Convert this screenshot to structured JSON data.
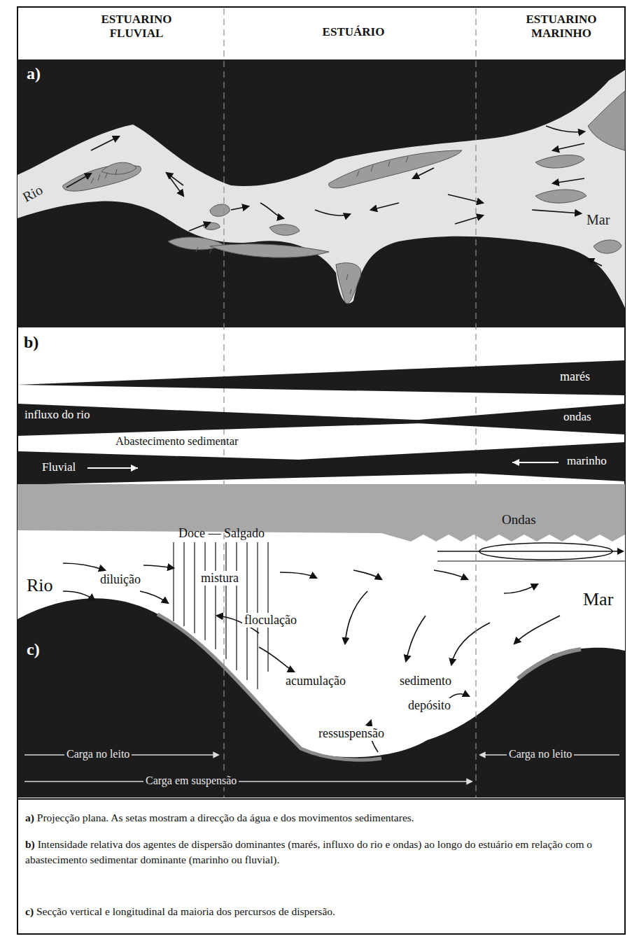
{
  "diagram": {
    "nodes": [
      {
        "text": [
          "marés"
        ]
      },
      {
        "text": [
          "influxo do rio"
        ]
      },
      {
        "text": [
          "ondas"
        ]
      },
      {
        "text": [
          "Fluvial"
        ]
      },
      {
        "text": [
          "marinho"
        ]
      },
      {
        "text": [
          "Ondas"
        ]
      }
    ],
    "labels": [
      "ESTUARINO FLUVIAL",
      "ESTUÁRIO",
      "ESTUARINO MARINHO",
      "a)",
      "Rio",
      "Mar",
      "b)",
      "Abastecimento sedimentar",
      "Doce — Salgado",
      "Rio",
      "diluição",
      "mistura",
      "floculação",
      "Mar",
      "c)",
      "acumulação",
      "sedimento",
      "depósito",
      "ressuspensão",
      "Carga no leito",
      "Carga no leito",
      "Carga em suspensão",
      "a)",
      "Projecção plana. As setas mostram a direcção da água e dos movimentos sedimentares.",
      "b)",
      "Intensidade relativa dos agentes de dispersão dominantes (marés, influxo do rio e ondas) ao longo do estuário em relação com o abastecimento sedimentar dominante (marinho ou fluvial).",
      "c)",
      "Secção vertical e longitudinal da maioria dos percursos de dispersão."
    ]
  }
}
